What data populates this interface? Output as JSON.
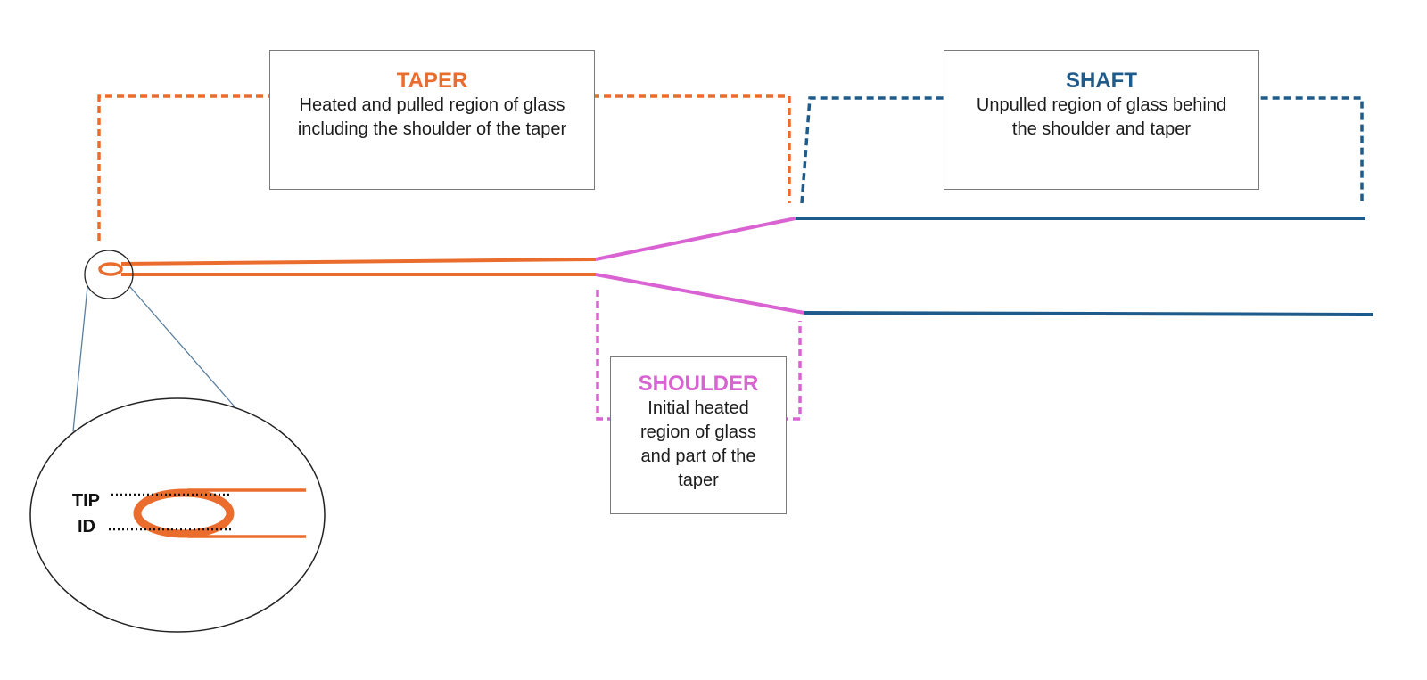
{
  "colors": {
    "taper": "#EB6D2D",
    "shoulder": "#D963D2",
    "shaft": "#1F5B8A",
    "outline": "#222222",
    "box_border": "#7a7a7a"
  },
  "taper": {
    "title": "TAPER",
    "description": "Heated and pulled region of glass including the shoulder of the taper"
  },
  "shaft": {
    "title": "SHAFT",
    "description": "Unpulled region of glass behind the shoulder and taper"
  },
  "shoulder": {
    "title": "SHOULDER",
    "description": "Initial heated region of glass and part of the taper"
  },
  "zoom_inset": {
    "tip_label": "TIP",
    "id_label": "ID"
  }
}
